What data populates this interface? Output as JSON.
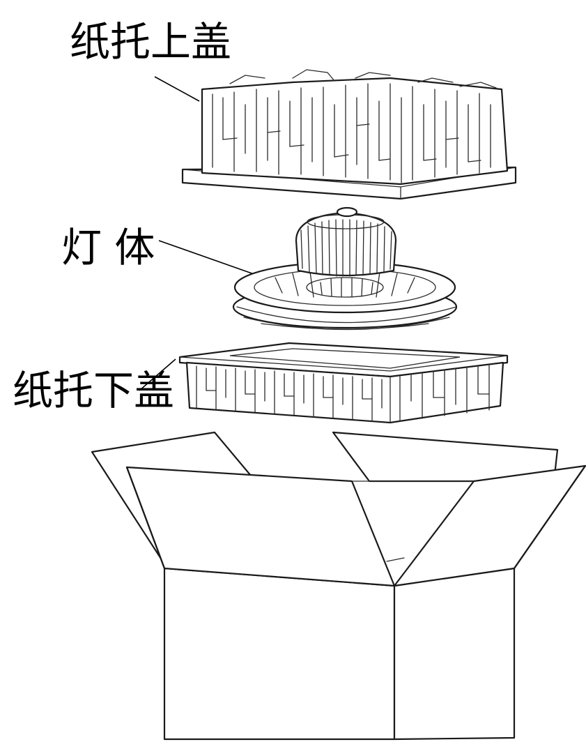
{
  "labels": {
    "top_tray": "纸托上盖",
    "lamp_body": "灯 体",
    "bottom_tray": "纸托下盖"
  },
  "colors": {
    "background": "#ffffff",
    "line": "#1a1a1a"
  }
}
